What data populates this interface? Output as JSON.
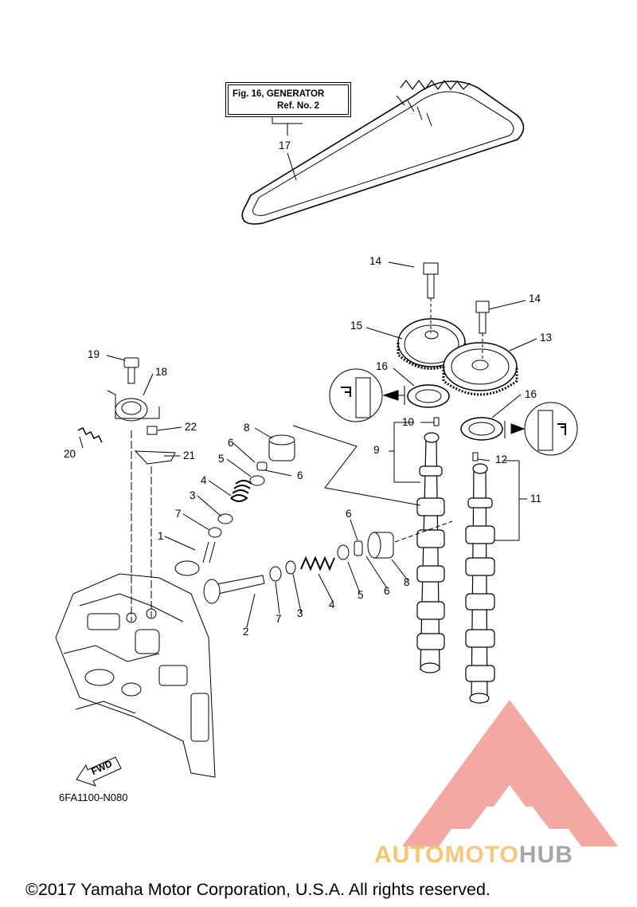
{
  "figure_ref": {
    "line1": "Fig. 16, GENERATOR",
    "line2": "Ref. No. 2"
  },
  "callouts": [
    {
      "id": "c17",
      "label": "17"
    },
    {
      "id": "c14a",
      "label": "14"
    },
    {
      "id": "c14b",
      "label": "14"
    },
    {
      "id": "c15",
      "label": "15"
    },
    {
      "id": "c13",
      "label": "13"
    },
    {
      "id": "c16a",
      "label": "16"
    },
    {
      "id": "c16b",
      "label": "16"
    },
    {
      "id": "c10",
      "label": "10"
    },
    {
      "id": "c9",
      "label": "9"
    },
    {
      "id": "c12",
      "label": "12"
    },
    {
      "id": "c11",
      "label": "11"
    },
    {
      "id": "c19",
      "label": "19"
    },
    {
      "id": "c18",
      "label": "18"
    },
    {
      "id": "c22",
      "label": "22"
    },
    {
      "id": "c20",
      "label": "20"
    },
    {
      "id": "c21",
      "label": "21"
    },
    {
      "id": "c8a",
      "label": "8"
    },
    {
      "id": "c6a",
      "label": "6"
    },
    {
      "id": "c6b",
      "label": "6"
    },
    {
      "id": "c5a",
      "label": "5"
    },
    {
      "id": "c4a",
      "label": "4"
    },
    {
      "id": "c3a",
      "label": "3"
    },
    {
      "id": "c7a",
      "label": "7"
    },
    {
      "id": "c1",
      "label": "1"
    },
    {
      "id": "c2",
      "label": "2"
    },
    {
      "id": "c7b",
      "label": "7"
    },
    {
      "id": "c3b",
      "label": "3"
    },
    {
      "id": "c4b",
      "label": "4"
    },
    {
      "id": "c5b",
      "label": "5"
    },
    {
      "id": "c6c",
      "label": "6"
    },
    {
      "id": "c6d",
      "label": "6"
    },
    {
      "id": "c8b",
      "label": "8"
    }
  ],
  "fwd_label": "FWD",
  "part_code": "6FA1100-N080",
  "watermark": {
    "part1": "AUTO",
    "part2": "MOTO",
    "part3": "HUB",
    "logo_color": "#f29a93"
  },
  "copyright": "©2017 Yamaha Motor Corporation, U.S.A. All rights reserved."
}
